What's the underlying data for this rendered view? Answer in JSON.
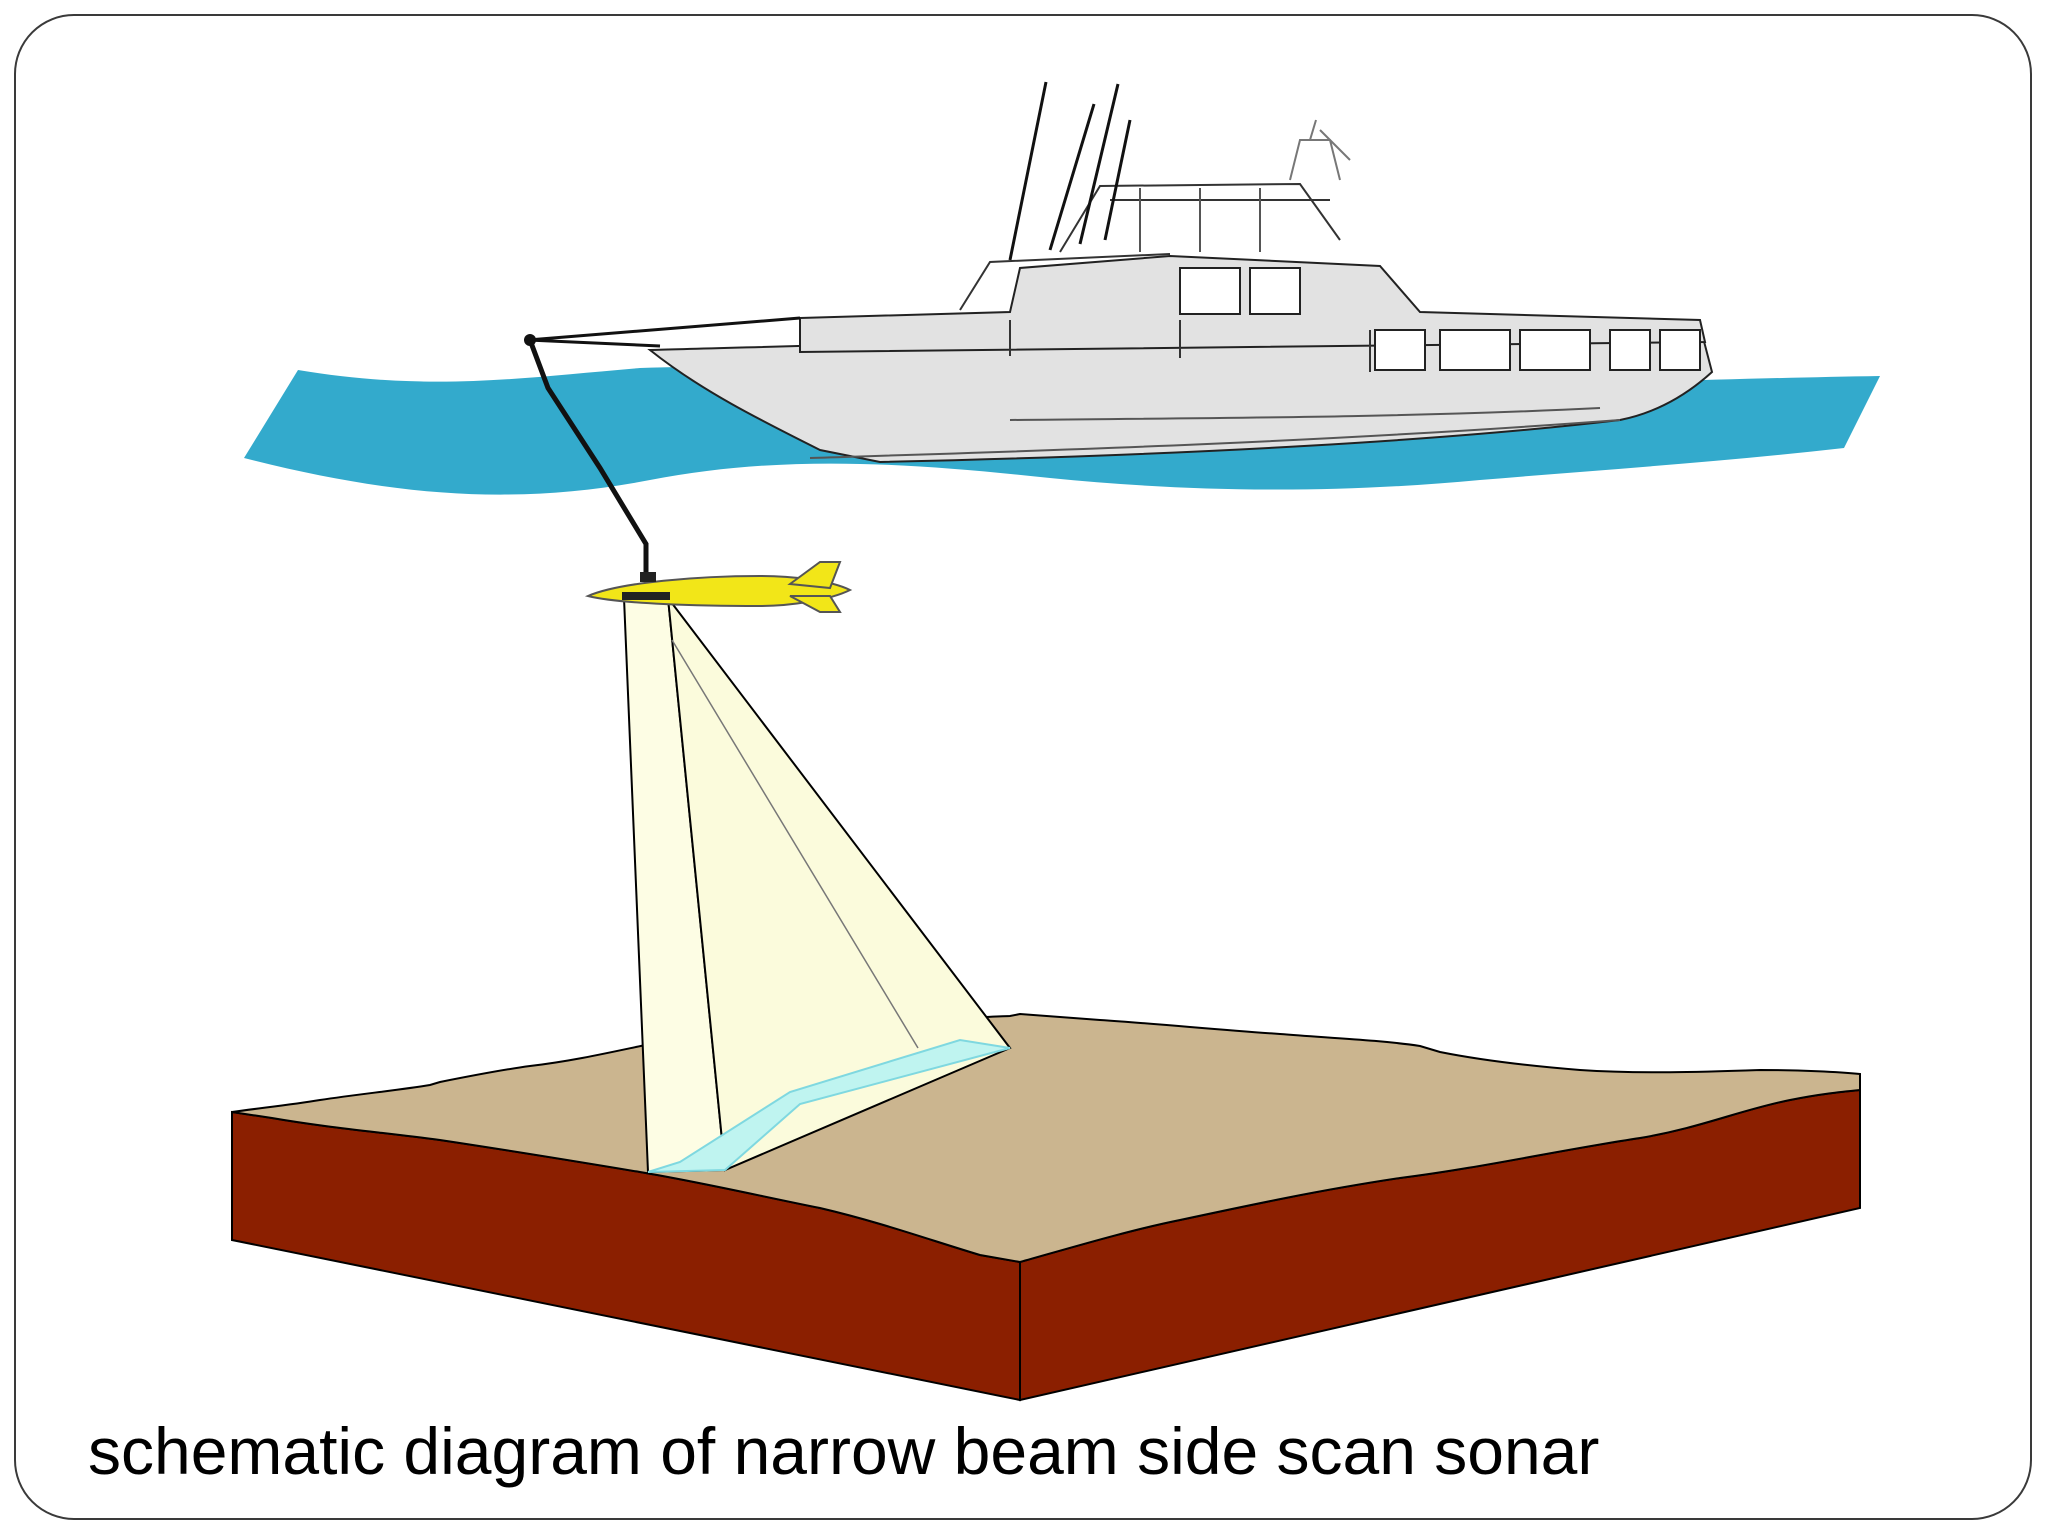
{
  "slide": {
    "caption": "schematic diagram of narrow beam side scan sonar"
  },
  "colors": {
    "water": "#33aacc",
    "boat_hull": "#e2e2e2",
    "towfish": "#f2e618",
    "beam": "#fdfde4",
    "ensonified_strip": "#bff4f0",
    "seabed_surface": "#cbb58f",
    "seabed_block": "#8b1f00"
  },
  "diagram": {
    "elements": [
      "survey-boat",
      "tow-cable",
      "towfish",
      "sonar-beam",
      "ensonified-strip",
      "seabed-block"
    ]
  }
}
